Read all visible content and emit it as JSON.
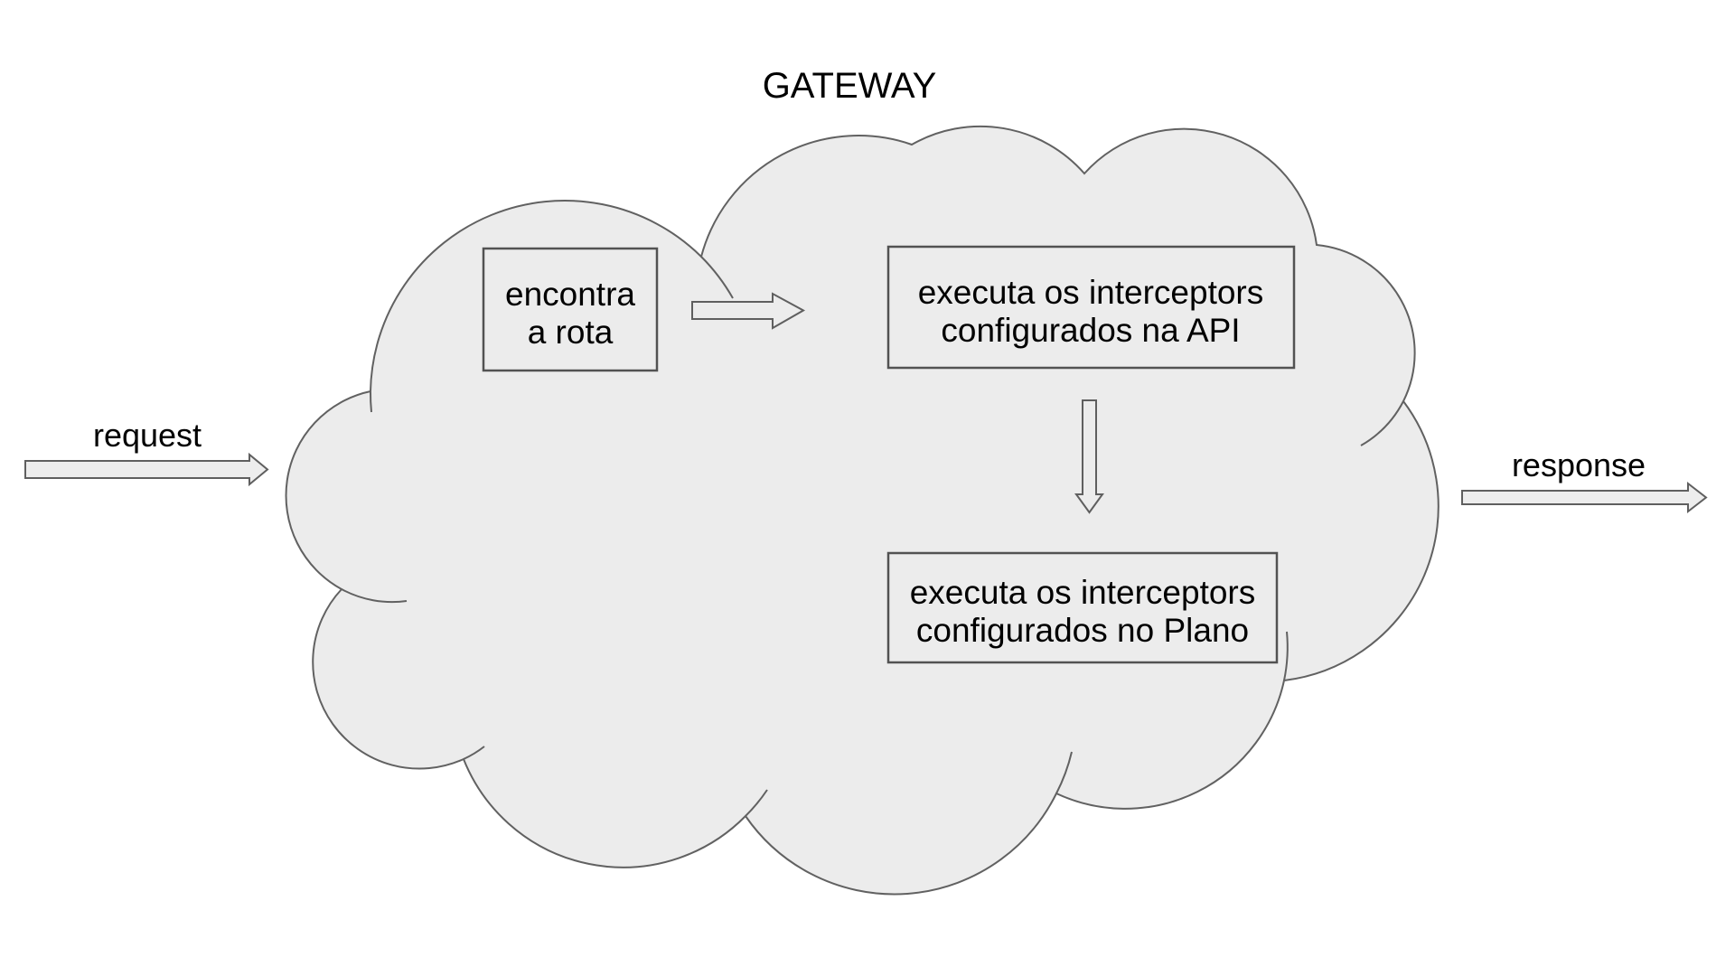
{
  "title": "GATEWAY",
  "flow": {
    "request_label": "request",
    "response_label": "response"
  },
  "cloud": {
    "name": "gateway-cloud",
    "fill": "#ececec",
    "stroke": "#616161"
  },
  "boxes": {
    "find_route": {
      "line1": "encontra",
      "line2": "a rota"
    },
    "api_interceptors": {
      "line1": "executa os interceptors",
      "line2": "configurados na API"
    },
    "plan_interceptors": {
      "line1": "executa os interceptors",
      "line2": "configurados no Plano"
    }
  },
  "colors": {
    "background": "#ffffff",
    "shape_fill": "#ececec",
    "shape_stroke": "#616161",
    "box_border": "#525252",
    "text": "#000000"
  }
}
